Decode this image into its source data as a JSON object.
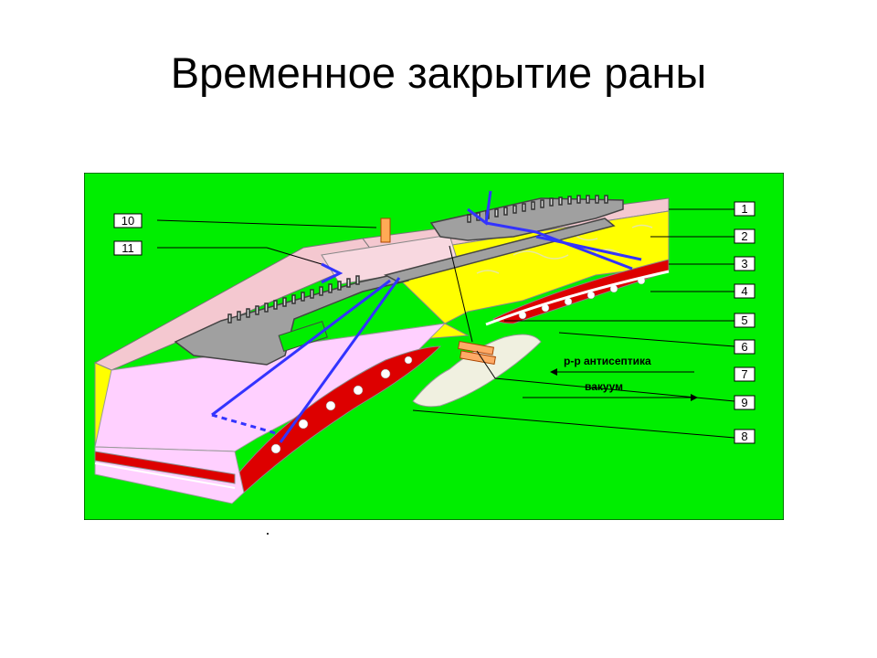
{
  "title": "Временное закрытие раны",
  "diagram": {
    "callouts_right": [
      "1",
      "2",
      "3",
      "4",
      "5",
      "6",
      "7",
      "9",
      "8"
    ],
    "callouts_left": [
      "10",
      "11"
    ],
    "antiseptic_label": "р-р антисептика",
    "vacuum_label": "вакуум",
    "colors": {
      "background": "#00ee00",
      "skin": "#f4c8d0",
      "fat": "#ffff00",
      "muscle": "#dd0000",
      "fascia": "#ffd0ff",
      "device": "#a0a0a0",
      "suture": "#3333ff"
    }
  }
}
